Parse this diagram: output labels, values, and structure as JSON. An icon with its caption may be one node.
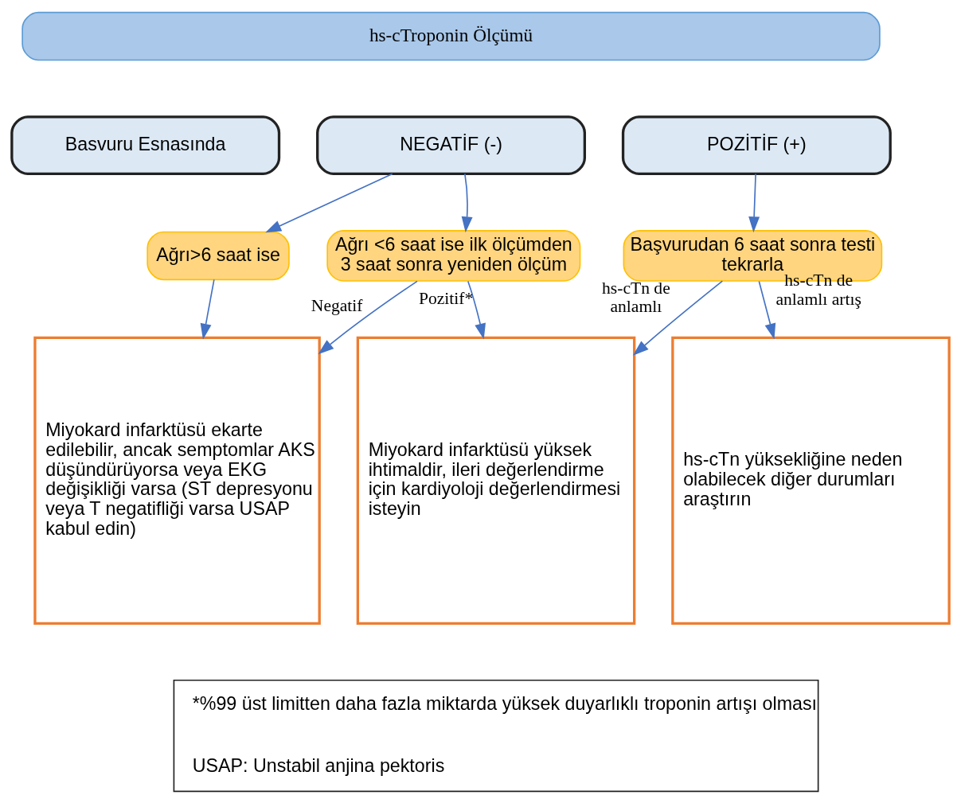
{
  "diagram": {
    "nodes": [
      {
        "text": [
          "hs-cTroponin Ölçümü"
        ]
      },
      {
        "text": [
          "Basvuru Esnasında"
        ]
      },
      {
        "text": [
          "NEGATİF (-)"
        ]
      },
      {
        "text": [
          "POZİTİF (+)"
        ]
      },
      {
        "text": [
          "Ağrı>6 saat ise"
        ]
      },
      {
        "text": [
          "Ağrı <6 saat ise ilk ölçümden 3 saat sonra yeniden ölçüm"
        ]
      },
      {
        "text": [
          "Başvurudan 6 saat sonra testi tekrarla"
        ]
      },
      {
        "text": [
          "Miyokard infarktüsü ekarte edilebilir, ancak semptomlar AKS düşündürüyorsa veya EKG değişikliği varsa (ST depresyonu veya T negatifliği varsa USAP kabul edin)"
        ]
      },
      {
        "text": [
          "Miyokard infarktüsü yüksek ihtimaldir, ileri değerlendirme için kardiyoloji değerlendirmesi isteyin"
        ]
      },
      {
        "text": [
          "hs-cTn yüksekliğine neden olabilecek diğer durumları araştırın"
        ]
      },
      {
        "text": [
          "*%99 üst limitten daha fazla miktarda yüksek duyarlıklı troponin artışı olması",
          "USAP: Unstabil anjina pektoris"
        ]
      }
    ],
    "edges": [
      {
        "from": 2,
        "to": 4,
        "arrow": "to"
      },
      {
        "from": 2,
        "to": 5,
        "arrow": "to"
      },
      {
        "from": 3,
        "to": 6,
        "arrow": "to"
      },
      {
        "from": 4,
        "to": 7,
        "arrow": "to"
      },
      {
        "from": 5,
        "to": 7,
        "arrow": "to",
        "label": "Negatif"
      },
      {
        "from": 5,
        "to": 8,
        "arrow": "to",
        "label": "Pozitif*"
      },
      {
        "from": 6,
        "to": 8,
        "arrow": "to",
        "label": "hs-cTn de anlamlı"
      },
      {
        "from": 6,
        "to": 9,
        "arrow": "to",
        "label": "hs-cTn de anlamlı artış"
      }
    ]
  }
}
